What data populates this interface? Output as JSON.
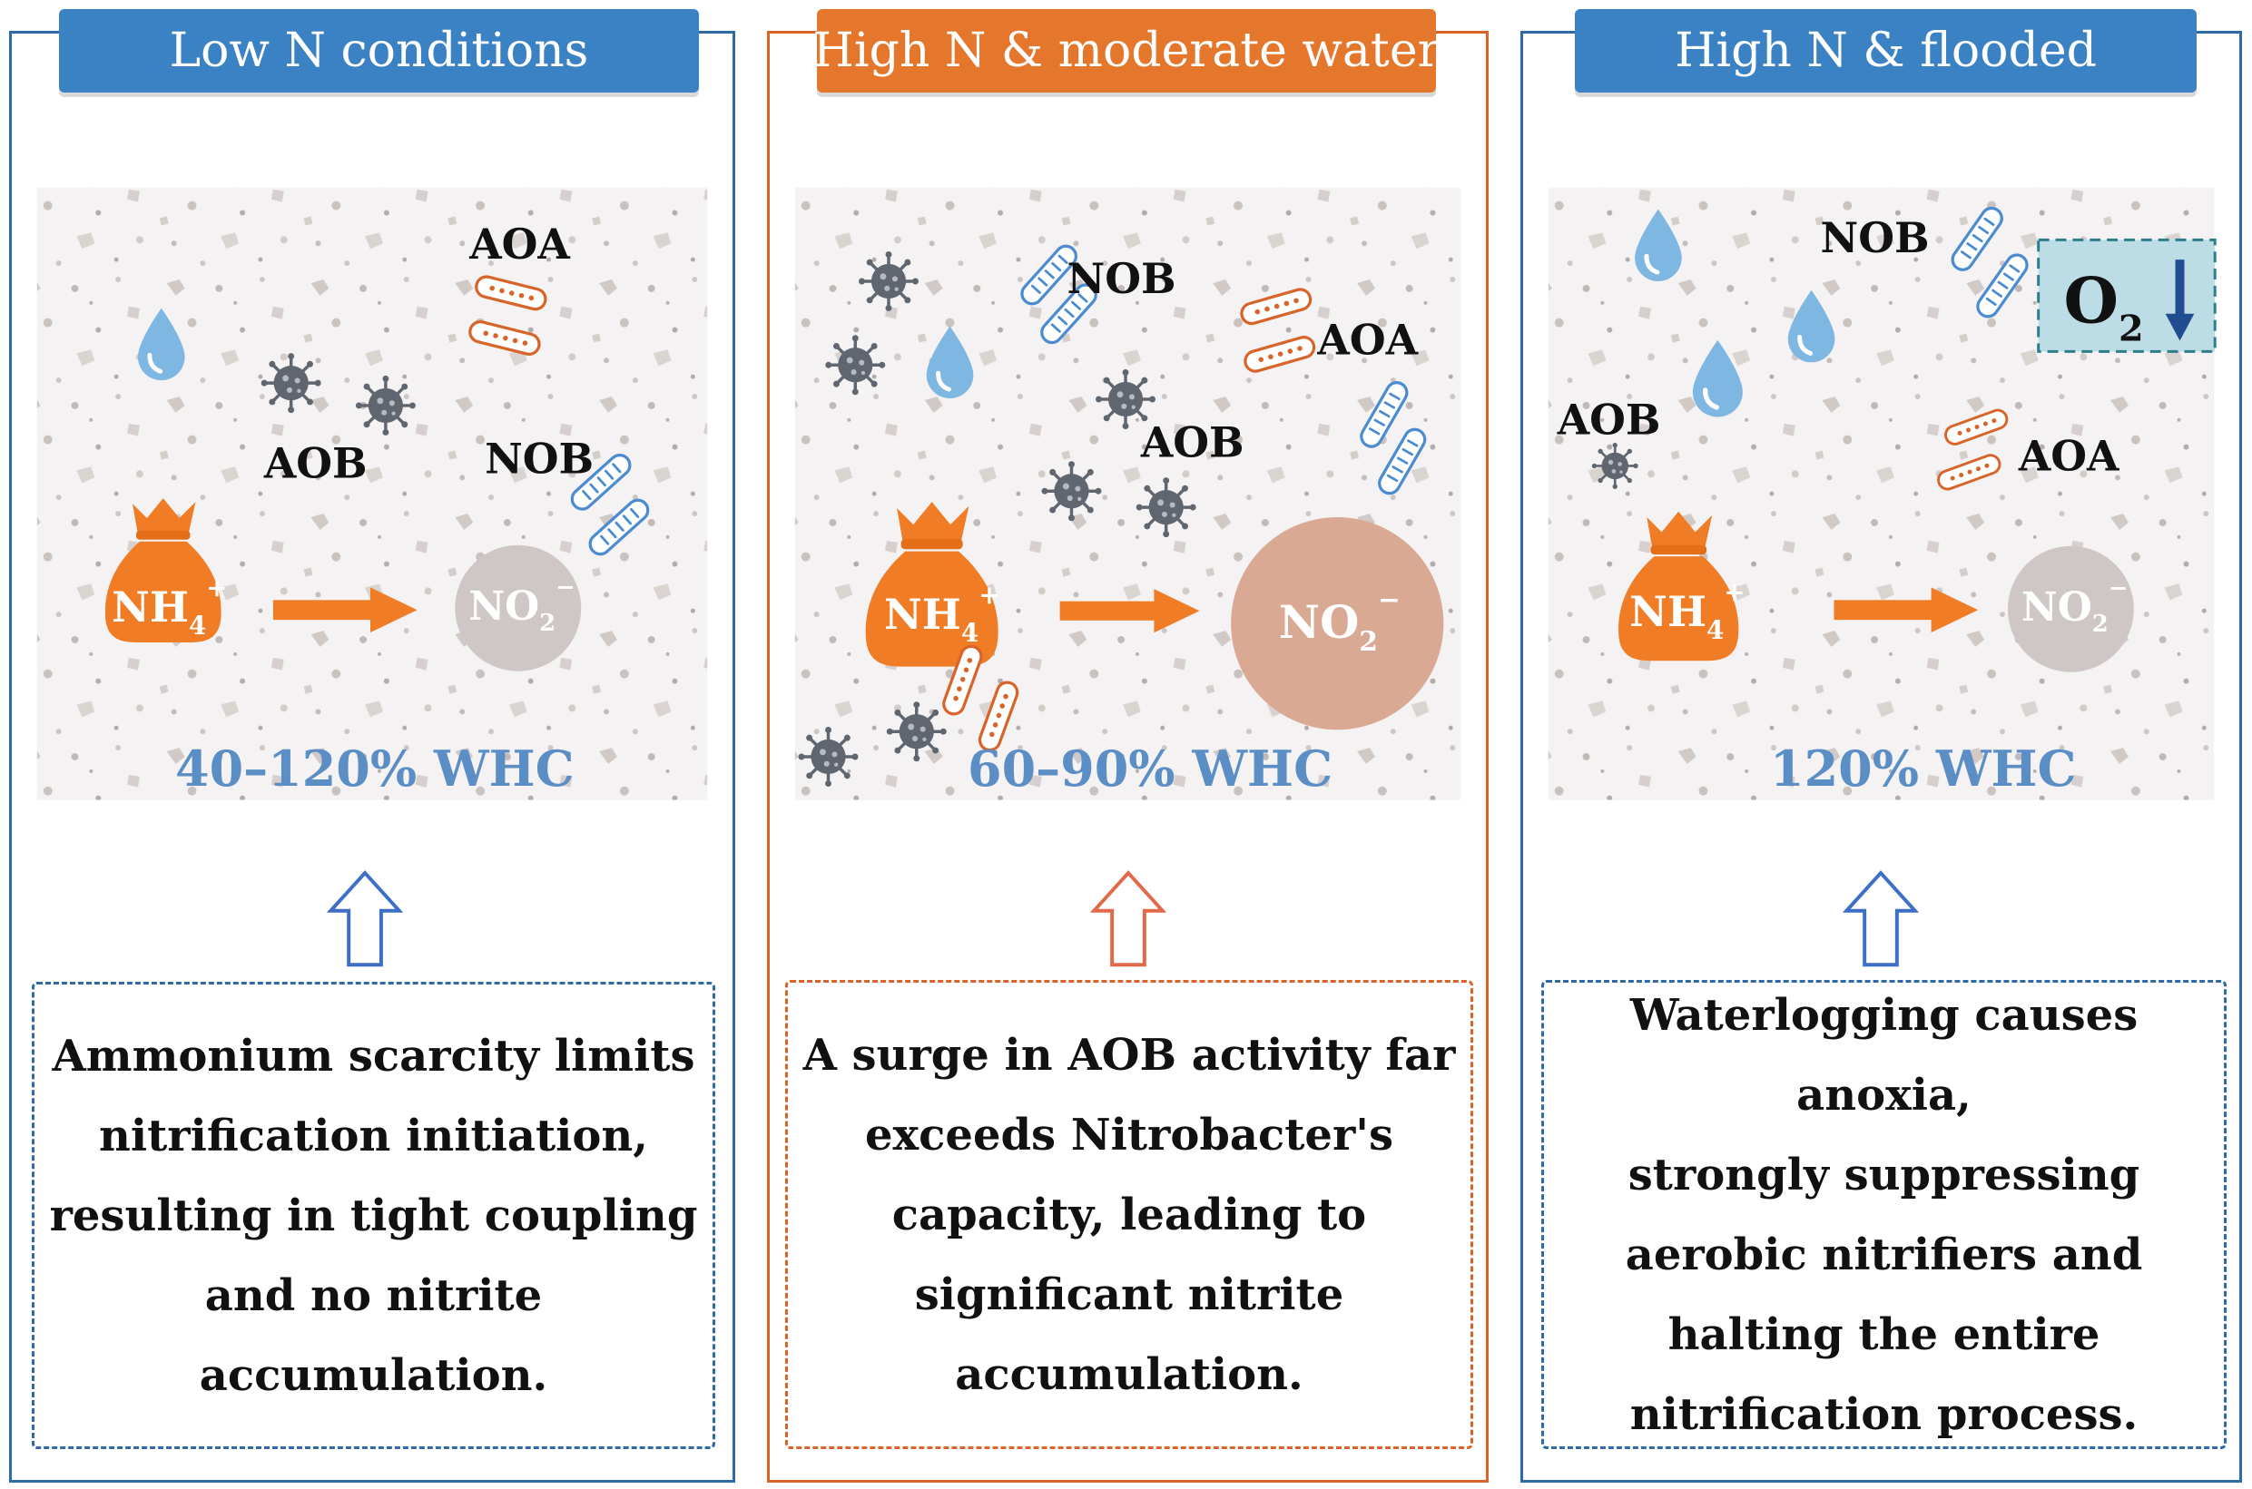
{
  "panels": [
    {
      "header": "Low N conditions",
      "labels": {
        "aoa": "AOA",
        "aob": "AOB",
        "nob": "NOB"
      },
      "ammonium": {
        "base": "NH",
        "sub": "4",
        "sup": "+"
      },
      "nitrite": {
        "base": "NO",
        "sub": "2",
        "sup": "−"
      },
      "whc": "40–120% WHC",
      "description": "Ammonium scarcity limits\nnitrification initiation,\nresulting in tight coupling\nand no nitrite accumulation."
    },
    {
      "header": "High N & moderate water",
      "labels": {
        "aoa": "AOA",
        "aob": "AOB",
        "nob": "NOB"
      },
      "ammonium": {
        "base": "NH",
        "sub": "4",
        "sup": "+"
      },
      "nitrite": {
        "base": "NO",
        "sub": "2",
        "sup": "−"
      },
      "whc": "60–90% WHC",
      "description": "A surge in AOB activity far\nexceeds Nitrobacter's\ncapacity, leading to\nsignificant nitrite\naccumulation."
    },
    {
      "header": "High N & flooded",
      "labels": {
        "aoa": "AOA",
        "aob": "AOB",
        "nob": "NOB"
      },
      "ammonium": {
        "base": "NH",
        "sub": "4",
        "sup": "+"
      },
      "nitrite": {
        "base": "NO",
        "sub": "2",
        "sup": "−"
      },
      "oxygen": {
        "base": "O",
        "sub": "2"
      },
      "whc": "120% WHC",
      "description": "Waterlogging causes anoxia,\nstrongly suppressing\naerobic nitrifiers and\nhalting the entire\nnitrification process."
    }
  ],
  "colors": {
    "blue_frame": "#2e6aa8",
    "orange_frame": "#d8642a",
    "header_blue": "#3b82c4",
    "header_orange": "#e4772c",
    "bag": "#f07d26",
    "virus": "#5f6670",
    "water_drop": "#7fb7e3",
    "nitrite_light": "#cfc7c5",
    "nitrite_dark": "#d9a993",
    "whc_text": "#5b8ec4"
  },
  "icons": [
    "water-drop-icon",
    "virus-icon",
    "bacterium-icon",
    "fertilizer-bag-icon",
    "arrow-right-icon",
    "arrow-up-outline-icon",
    "arrow-down-icon"
  ]
}
